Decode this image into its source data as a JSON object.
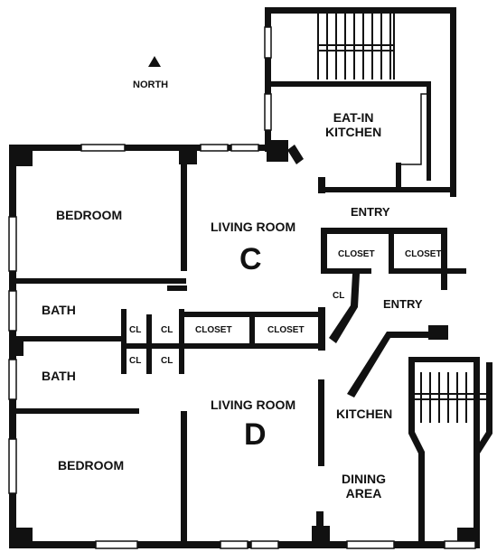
{
  "compass": {
    "label": "NORTH",
    "icon": "north-arrow-icon"
  },
  "unit_c": {
    "id": "C",
    "living_room": "LIVING ROOM",
    "bedroom": "BEDROOM",
    "bath": "BATH",
    "eat_in_kitchen": "EAT-IN\nKITCHEN",
    "entry_top": "ENTRY",
    "closet_1": "CLOSET",
    "closet_2": "CLOSET",
    "cl": "CL",
    "entry_right": "ENTRY"
  },
  "unit_d": {
    "id": "D",
    "living_room": "LIVING ROOM",
    "bedroom": "BEDROOM",
    "bath": "BATH",
    "kitchen": "KITCHEN",
    "dining_area": "DINING\nAREA"
  },
  "central_closets": {
    "cl_1": "CL",
    "cl_2": "CL",
    "cl_3": "CL",
    "cl_4": "CL",
    "closet_left": "CLOSET",
    "closet_right": "CLOSET"
  },
  "colors": {
    "wall": "#111111",
    "background": "#ffffff"
  }
}
